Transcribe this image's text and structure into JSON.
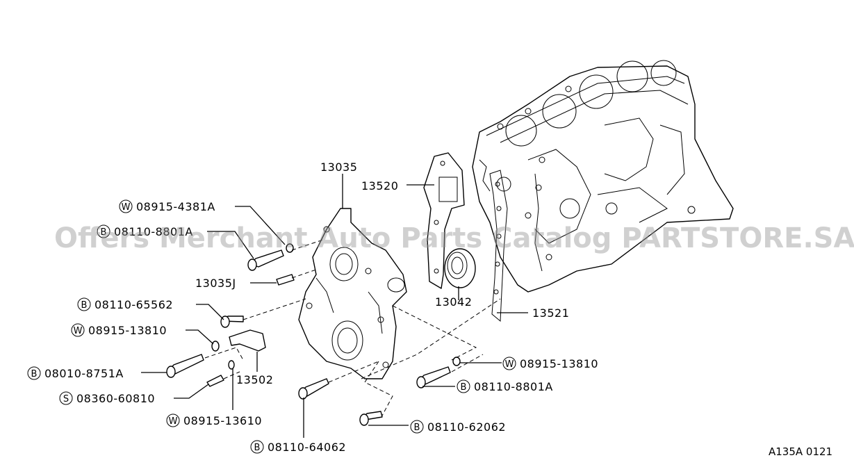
{
  "watermark": "Offers Merchant Auto Parts Catalog PARTSTORE.SA",
  "diagram_code": "A135A 0121",
  "labels": {
    "p13035": "13035",
    "p13520": "13520",
    "p13035J": "13035J",
    "p13042": "13042",
    "p13521": "13521",
    "p13502": "13502",
    "w1": "08915-4381A",
    "b1": "08110-8801A",
    "b2": "08110-65562",
    "w2": "08915-13810",
    "b3": "08010-8751A",
    "s1": "08360-60810",
    "w3": "08915-13610",
    "b4": "08110-64062",
    "b5": "08110-62062",
    "w4": "08915-13810",
    "b6": "08110-8801A"
  },
  "prefix": {
    "W": "W",
    "B": "B",
    "S": "S"
  }
}
